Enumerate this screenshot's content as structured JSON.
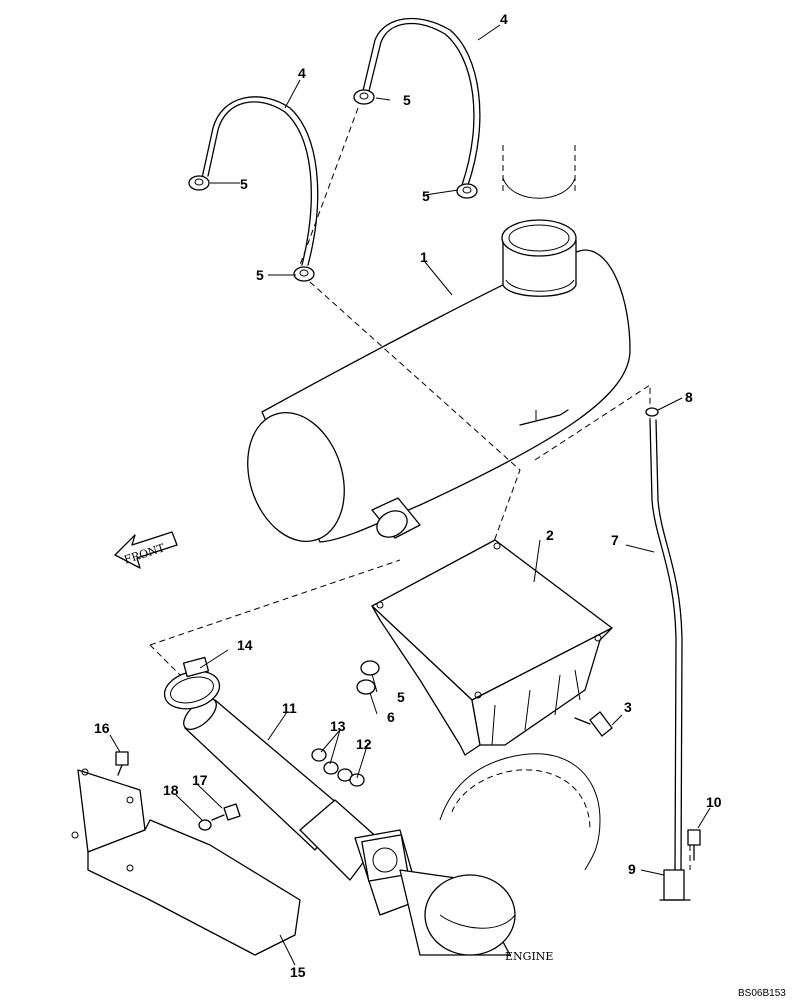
{
  "diagram": {
    "callouts": [
      "1",
      "2",
      "3",
      "4",
      "4",
      "5",
      "5",
      "5",
      "5",
      "5",
      "6",
      "7",
      "8",
      "9",
      "10",
      "11",
      "12",
      "13",
      "14",
      "15",
      "16",
      "17",
      "18"
    ],
    "direction_label": "FRONT",
    "engine_label": "ENGINE",
    "drawing_code": "BS06B153"
  }
}
